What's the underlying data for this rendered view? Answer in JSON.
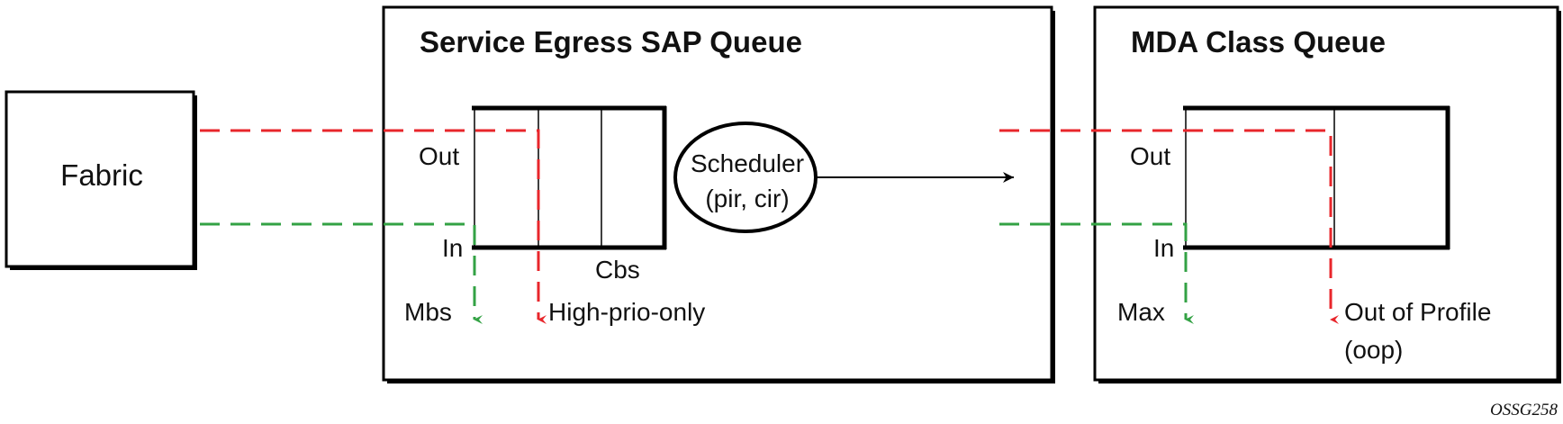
{
  "fabric": {
    "label": "Fabric"
  },
  "sap_box": {
    "title": "Service Egress SAP Queue",
    "out_label": "Out",
    "in_label": "In",
    "cbs_label": "Cbs",
    "mbs_label": "Mbs",
    "high_prio_label": "High-prio-only",
    "scheduler": {
      "line1": "Scheduler",
      "line2": "(pir, cir)"
    }
  },
  "mda_box": {
    "title": "MDA Class Queue",
    "out_label": "Out",
    "in_label": "In",
    "max_label": "Max",
    "oop_line1": "Out of Profile",
    "oop_line2": "(oop)"
  },
  "figure_id": "OSSG258",
  "colors": {
    "red_path": "#e8262b",
    "green_path": "#33a244",
    "stroke": "#000000"
  }
}
